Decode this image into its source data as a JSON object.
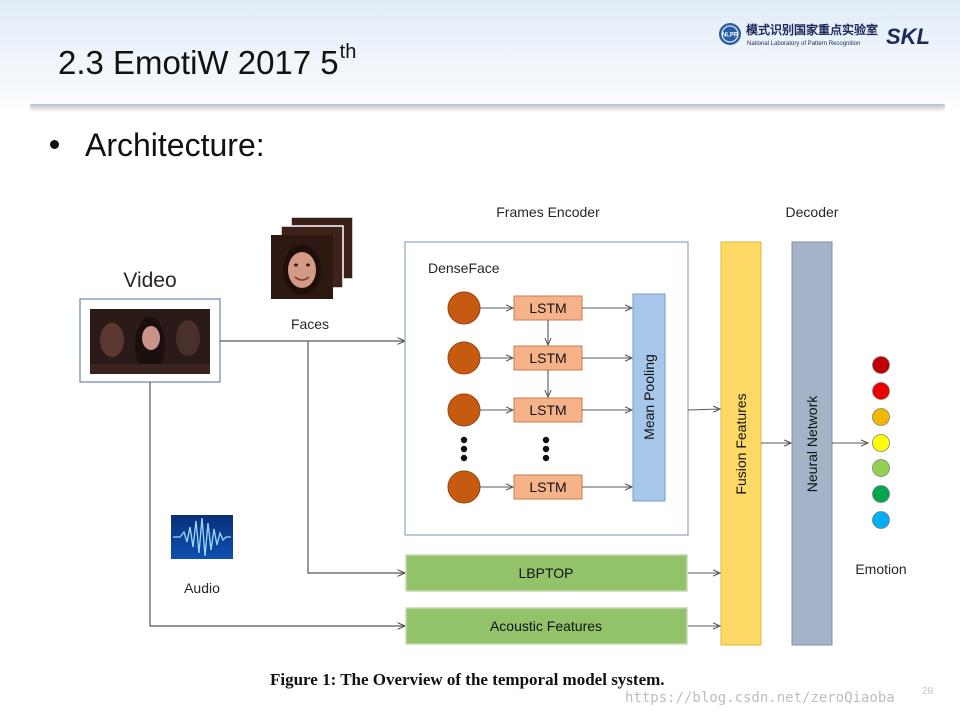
{
  "slide": {
    "title": "2.3 EmotiW 2017 5",
    "title_sup": "th",
    "bullet": "Architecture:",
    "page_number": "28"
  },
  "logo": {
    "chinese_text": "模式识别国家重点实验室",
    "english_text": "National Laboratory of Pattern Recognition",
    "abbr": "SKL",
    "seal_text": "NLPR"
  },
  "diagram": {
    "labels": {
      "video": "Video",
      "faces": "Faces",
      "audio": "Audio",
      "frames_encoder": "Frames Encoder",
      "decoder": "Decoder",
      "denseface": "DenseFace",
      "lstm": "LSTM",
      "mean_pooling": "Mean Pooling",
      "fusion_features": "Fusion Features",
      "neural_network": "Neural Network",
      "lbptop": "LBPTOP",
      "acoustic_features": "Acoustic Features",
      "emotion": "Emotion"
    },
    "caption": "Figure 1: The Overview of the temporal model system.",
    "emotion_colors": [
      "#c00000",
      "#ee0000",
      "#f2b800",
      "#ffff00",
      "#92d050",
      "#00a550",
      "#00b0f0"
    ],
    "colors": {
      "node_orange": "#c55a11",
      "lstm_fill": "#f6b38a",
      "mean_pool_fill": "#a6c6ea",
      "fusion_fill": "#ffd966",
      "nn_fill": "#a5b3c8",
      "green_fill": "#92c36a"
    }
  },
  "watermark": "https://blog.csdn.net/zeroQiaoba"
}
